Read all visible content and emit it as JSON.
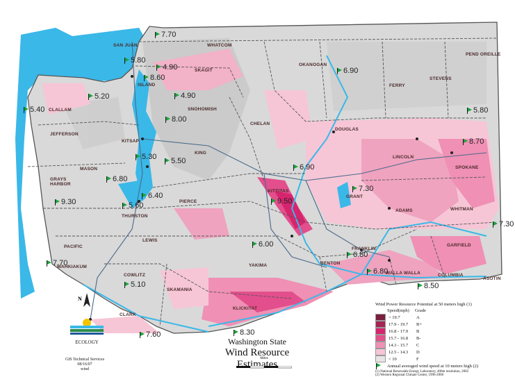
{
  "map": {
    "title_line1": "Washington State",
    "title_line2": "Wind Resource Estimates",
    "credits": [
      "GIS Technical Services",
      "08/16/07",
      "wind"
    ],
    "logo_text": "ECOLOGY",
    "north_label": "N",
    "scale_label": "Miles"
  },
  "counties": [
    {
      "name": "SAN JUAN"
    },
    {
      "name": "WHATCOM"
    },
    {
      "name": "OKANOGAN"
    },
    {
      "name": "FERRY"
    },
    {
      "name": "STEVENS"
    },
    {
      "name": "PEND OREILLE"
    },
    {
      "name": "SKAGIT"
    },
    {
      "name": "ISLAND"
    },
    {
      "name": "SNOHOMISH"
    },
    {
      "name": "CHELAN"
    },
    {
      "name": "CLALLAM"
    },
    {
      "name": "JEFFERSON"
    },
    {
      "name": "DOUGLAS"
    },
    {
      "name": "LINCOLN"
    },
    {
      "name": "SPOKANE"
    },
    {
      "name": "KITSAP"
    },
    {
      "name": "KING"
    },
    {
      "name": "MASON"
    },
    {
      "name": "GRAYS HARBOR"
    },
    {
      "name": "KITTITAS"
    },
    {
      "name": "GRANT"
    },
    {
      "name": "ADAMS"
    },
    {
      "name": "WHITMAN"
    },
    {
      "name": "THURSTON"
    },
    {
      "name": "PIERCE"
    },
    {
      "name": "LEWIS"
    },
    {
      "name": "PACIFIC"
    },
    {
      "name": "YAKIMA"
    },
    {
      "name": "FRANKLIN"
    },
    {
      "name": "GARFIELD"
    },
    {
      "name": "BENTON"
    },
    {
      "name": "WAHKIAKUM"
    },
    {
      "name": "COWLITZ"
    },
    {
      "name": "WALLA WALLA"
    },
    {
      "name": "COLUMBIA"
    },
    {
      "name": "ASOTIN"
    },
    {
      "name": "SKAMANIA"
    },
    {
      "name": "KLICKITAT"
    },
    {
      "name": "CLARK"
    }
  ],
  "stations": [
    {
      "value": "7.70"
    },
    {
      "value": "5.80"
    },
    {
      "value": "4.90"
    },
    {
      "value": "6.90"
    },
    {
      "value": "5.80"
    },
    {
      "value": "8.60"
    },
    {
      "value": "5.20"
    },
    {
      "value": "4.90"
    },
    {
      "value": "5.40"
    },
    {
      "value": "8.00"
    },
    {
      "value": "8.70"
    },
    {
      "value": "5.30"
    },
    {
      "value": "5.50"
    },
    {
      "value": "6.90"
    },
    {
      "value": "6.80"
    },
    {
      "value": "7.30"
    },
    {
      "value": "9.30"
    },
    {
      "value": "9.50"
    },
    {
      "value": "5.60"
    },
    {
      "value": "6.40"
    },
    {
      "value": "7.30"
    },
    {
      "value": "6.00"
    },
    {
      "value": "6.80"
    },
    {
      "value": "7.70"
    },
    {
      "value": "6.80"
    },
    {
      "value": "5.10"
    },
    {
      "value": "8.50"
    },
    {
      "value": "7.60"
    },
    {
      "value": "8.30"
    }
  ],
  "legend": {
    "title": "Wind Power Resource Potential at 50 meters high (1)",
    "col_speed": "Speed(mph)",
    "col_grade": "Grade",
    "rows": [
      {
        "speed": "> 19.7",
        "grade": "A",
        "color": "#7a1f3f"
      },
      {
        "speed": "17.9 - 19.7",
        "grade": "B+",
        "color": "#a42553"
      },
      {
        "speed": "16.8 - 17.9",
        "grade": "B",
        "color": "#d6246e"
      },
      {
        "speed": "15.7 - 16.8",
        "grade": "B-",
        "color": "#e24f8c"
      },
      {
        "speed": "14.3 - 15.7",
        "grade": "C",
        "color": "#ef90b4"
      },
      {
        "speed": "12.5 - 14.3",
        "grade": "D",
        "color": "#f6c6d6"
      },
      {
        "speed": "< 10",
        "grade": "F",
        "color": "#e8e4e4"
      }
    ],
    "flag_note": "Annual averaged wind speed at 10 meters high (2)",
    "footnote1": "(1) National Renewable Energy Laboratory, 400m resolution, 2002",
    "footnote2": "(2) Western Regional Climate Center, 1996-2006"
  },
  "colors": {
    "water": "#3ab8e8",
    "land": "#d9d9d9",
    "high_wind": "#d6246e",
    "mid_wind": "#ef90b4",
    "low_wind": "#f6c6d6",
    "flag": "#1aa33b"
  }
}
